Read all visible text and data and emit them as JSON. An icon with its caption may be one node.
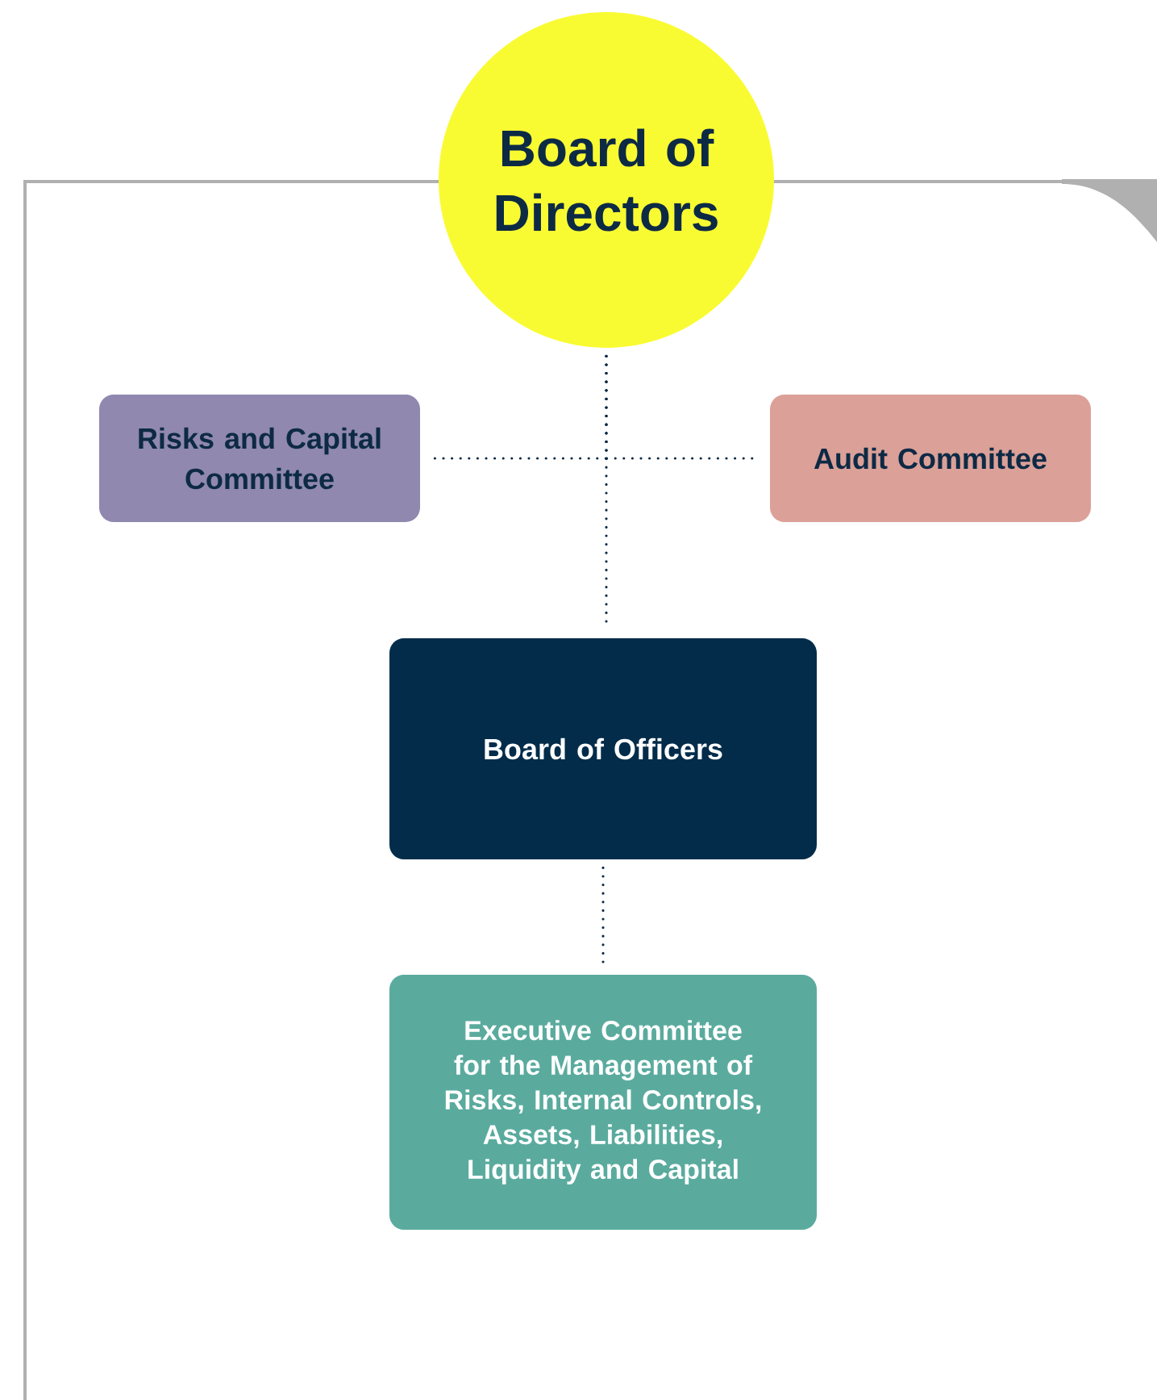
{
  "diagram": {
    "nodes": [
      {
        "text": [
          "Board of Directors"
        ]
      },
      {
        "text": [
          "Risks and Capital Committee"
        ]
      },
      {
        "text": [
          "Audit Committee"
        ]
      },
      {
        "text": [
          "Board of Officers"
        ]
      },
      {
        "text": [
          "Executive Committee for the Management of Risks, Internal Controls, Assets, Liabilities, Liquidity and Capital"
        ]
      }
    ],
    "edges": [
      {
        "from": 0,
        "to": 1,
        "arrow": "none"
      },
      {
        "from": 0,
        "to": 2,
        "arrow": "none"
      },
      {
        "from": 0,
        "to": 3,
        "arrow": "none"
      },
      {
        "from": 3,
        "to": 4,
        "arrow": "none"
      }
    ]
  }
}
